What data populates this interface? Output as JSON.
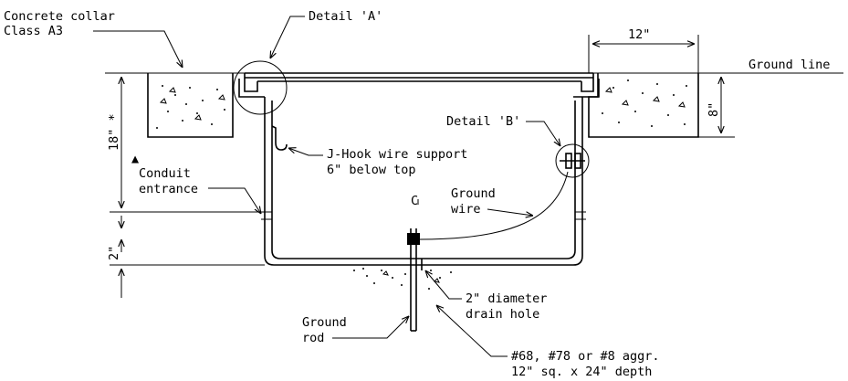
{
  "labels": {
    "concrete_collar_1": "Concrete collar",
    "concrete_collar_2": "Class A3",
    "detail_a": "Detail 'A'",
    "twelve_in": "12\"",
    "ground_line": "Ground line",
    "eight_in": "8\"",
    "eighteen_in": "18\" *",
    "triangle_symbol": "▲",
    "conduit_1": "Conduit",
    "conduit_2": "entrance",
    "jhook_1": "J-Hook wire support",
    "jhook_2": "6\" below top",
    "detail_b": "Detail 'B'",
    "centerline": "C",
    "ground_wire_1": "Ground",
    "ground_wire_2": "wire",
    "two_in": "2\"",
    "drain_1": "2\" diameter",
    "drain_2": "drain hole",
    "rod_1": "Ground",
    "rod_2": "rod",
    "aggr_1": "#68, #78 or #8 aggr.",
    "aggr_2": "12\" sq. x 24\" depth"
  }
}
